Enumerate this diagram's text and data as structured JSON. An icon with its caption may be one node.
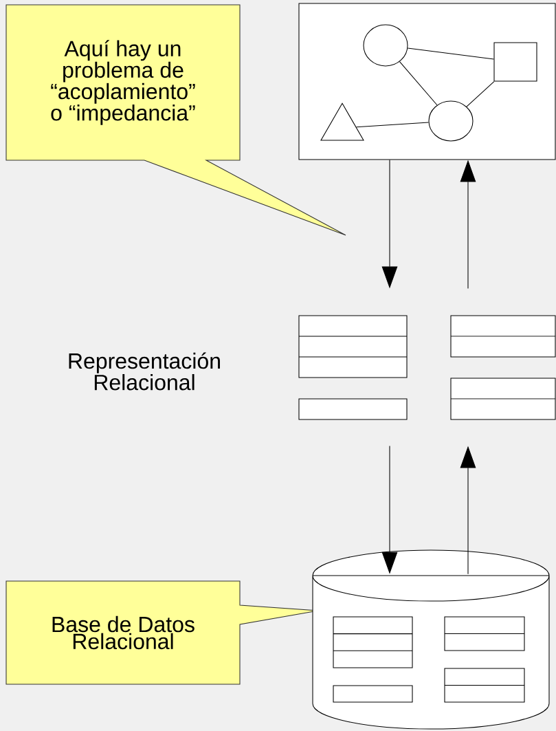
{
  "diagram": {
    "nodes": [
      {
        "text": [
          "Aquí hay un problema de “acoplamiento” o “impedancia”"
        ]
      },
      {
        "text": [],
        "shape": "box"
      },
      {
        "text": [],
        "shape": "circle",
        "in": 1
      },
      {
        "text": [],
        "shape": "box",
        "in": 1
      },
      {
        "text": [],
        "shape": "triangle",
        "in": 1
      },
      {
        "text": [],
        "shape": "circle",
        "in": 1
      },
      {
        "text": [],
        "shape": "table"
      },
      {
        "text": [],
        "shape": "table"
      },
      {
        "text": [],
        "shape": "table"
      },
      {
        "text": [],
        "shape": "table"
      },
      {
        "text": [
          "Base de Datos Relacional"
        ]
      },
      {
        "text": [],
        "shape": "cylinder"
      },
      {
        "text": [],
        "shape": "table",
        "in": 11
      },
      {
        "text": [],
        "shape": "table",
        "in": 11
      },
      {
        "text": [],
        "shape": "table",
        "in": 11
      },
      {
        "text": [],
        "shape": "table",
        "in": 11
      }
    ],
    "edges": [
      {
        "from": 1,
        "to": 6,
        "arrow": "to"
      },
      {
        "from": 7,
        "to": 1,
        "arrow": "to"
      },
      {
        "from": 9,
        "to": 11,
        "arrow": "to"
      },
      {
        "from": 11,
        "to": 8,
        "arrow": "to"
      },
      {
        "from": 2,
        "to": 3,
        "arrow": "none"
      },
      {
        "from": 2,
        "to": 5,
        "arrow": "none"
      },
      {
        "from": 3,
        "to": 5,
        "arrow": "none"
      },
      {
        "from": 4,
        "to": 5,
        "arrow": "none"
      }
    ],
    "labels": [
      "Representación Relacional"
    ]
  }
}
